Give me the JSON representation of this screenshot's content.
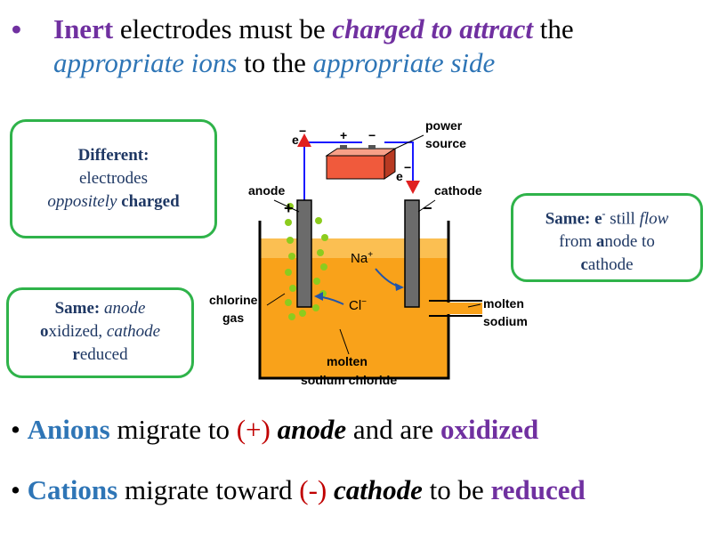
{
  "bullet1": {
    "dot": "•",
    "w1": "Inert",
    "w2": "electrodes must be",
    "w3": "charged to attract",
    "w4": "the",
    "w5": "appropriate ions",
    "w6": "to the",
    "w7": "appropriate side"
  },
  "callouts": {
    "different": {
      "title": "Different:",
      "line2": "electrodes",
      "line3a": "oppositely",
      "line3b": "charged"
    },
    "anode": {
      "a1": "Same: ",
      "a2": "anode",
      "b1": "o",
      "b2": "xidized, ",
      "b3": "cathode",
      "c1": "r",
      "c2": "educed"
    },
    "cathode": {
      "a1": "Same: e",
      "sup": "-",
      "a2": " still ",
      "a3": "flow",
      "b1": "from ",
      "b2": "a",
      "b3": "node to",
      "c1": "c",
      "c2": "athode"
    }
  },
  "diagram": {
    "power": "power",
    "source": "source",
    "e1": "e",
    "e2": "e",
    "plus": "+",
    "minus": "−",
    "anode": "anode",
    "cathode": "cathode",
    "anode_sign": "+",
    "cathode_sign": "−",
    "na": "Na",
    "na_sup": "+",
    "cl": "Cl",
    "cl_sup": "−",
    "chlorine": "chlorine",
    "gas": "gas",
    "molten1": "molten",
    "sodium": "sodium",
    "molten2": "molten",
    "sodium_chloride": "sodium chloride",
    "colors": {
      "electrolyte": "#f9a21a",
      "wire": "#1a1aff",
      "battery": "#f05a3c",
      "bubble": "#8ccc1e",
      "arrow": "#2255aa"
    }
  },
  "bullet_anions": {
    "dot": "•",
    "w1": "Anions",
    "w2": " migrate to ",
    "w3": "(+)",
    "w4": "anode",
    "w5": " and are ",
    "w6": "oxidized"
  },
  "bullet_cations": {
    "dot": "•",
    "w1": "Cations",
    "w2": " migrate toward ",
    "w3": "(-)",
    "w4": "cathode",
    "w5": " to be ",
    "w6": "reduced"
  }
}
